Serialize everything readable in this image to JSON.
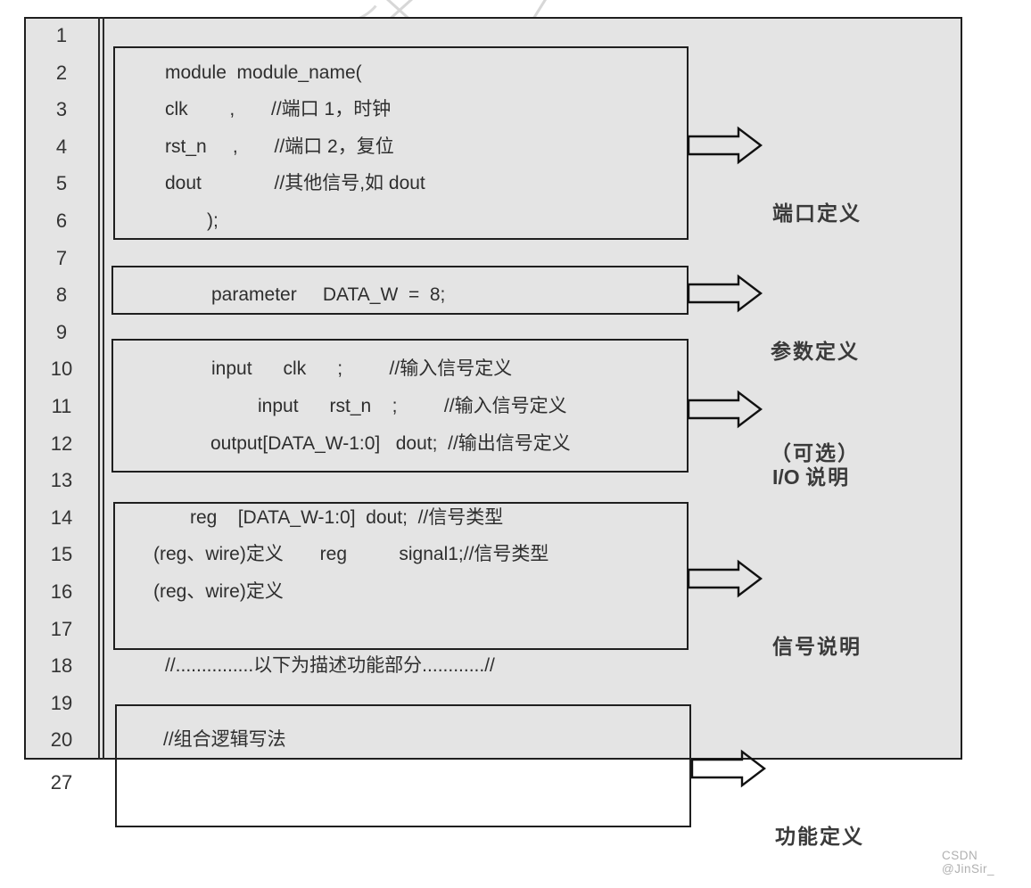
{
  "line_numbers": {
    "items": [
      "1",
      "2",
      "3",
      "4",
      "5",
      "6",
      "7",
      "8",
      "9",
      "10",
      "11",
      "12",
      "13",
      "14",
      "15",
      "16",
      "17",
      "18",
      "19",
      "20"
    ],
    "outside": "27"
  },
  "code": {
    "port_block": {
      "l1": "module  module_name(",
      "l2": "clk        ,       //端口 1，时钟",
      "l3": "rst_n     ,       //端口 2，复位",
      "l4": "dout              //其他信号,如 dout",
      "l5": ");"
    },
    "param_block": {
      "l1": "parameter     DATA_W  =  8;"
    },
    "io_block": {
      "l1": "input      clk      ;         //输入信号定义",
      "l2": "input      rst_n    ;         //输入信号定义",
      "l3": "output[DATA_W-1:0]   dout;  //输出信号定义"
    },
    "signal_block": {
      "l1": "reg    [DATA_W-1:0]  dout;  //信号类型",
      "l2": "(reg、wire)定义       reg          signal1;//信号类型",
      "l3": "(reg、wire)定义"
    },
    "comment_line": "//...............以下为描述功能部分............//",
    "function_block": {
      "l1": "//组合逻辑写法"
    }
  },
  "annotations": [
    {
      "latin": "",
      "line1": "端口定义",
      "line2": ""
    },
    {
      "latin": "",
      "line1": "参数定义",
      "line2": "（可选）"
    },
    {
      "latin": "I/O ",
      "line1": "说明",
      "line2": ""
    },
    {
      "latin": "",
      "line1": "信号说明",
      "line2": ""
    },
    {
      "latin": "",
      "line1": "功能定义",
      "line2": ""
    }
  ],
  "watermark": "CSDN @JinSir_",
  "colors": {
    "panel_bg": "#e4e4e4",
    "border": "#1f1f1f",
    "code_text": "#2e2e2e",
    "label_text": "#3a3a3a",
    "watermark_text": "#b0b0b0"
  }
}
